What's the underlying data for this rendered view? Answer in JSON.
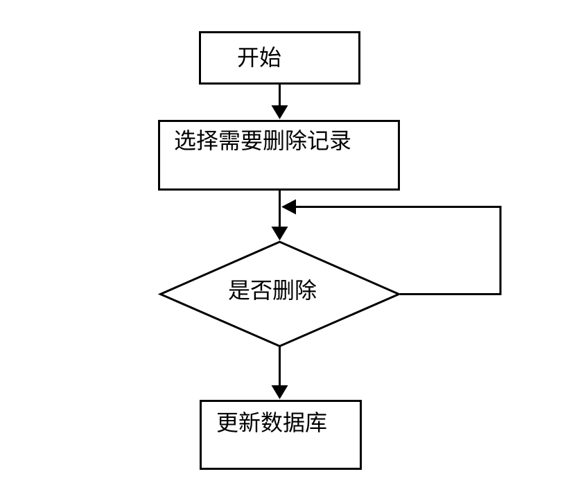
{
  "flowchart": {
    "background_color": "#ffffff",
    "stroke_color": "#000000",
    "text_color": "#000000",
    "nodes": [
      {
        "id": "start",
        "shape": "rectangle",
        "label": "开始"
      },
      {
        "id": "select-records",
        "shape": "rectangle",
        "label": "选择需要删除记录"
      },
      {
        "id": "confirm-delete",
        "shape": "diamond",
        "label": "是否删除"
      },
      {
        "id": "update-database",
        "shape": "rectangle",
        "label": "更新数据库"
      }
    ],
    "edges": [
      {
        "from": "start",
        "to": "select-records",
        "type": "arrow"
      },
      {
        "from": "select-records",
        "to": "confirm-delete",
        "type": "arrow"
      },
      {
        "from": "confirm-delete",
        "to": "confirm-delete",
        "type": "loop-back-arrow"
      },
      {
        "from": "confirm-delete",
        "to": "update-database",
        "type": "arrow"
      }
    ]
  }
}
